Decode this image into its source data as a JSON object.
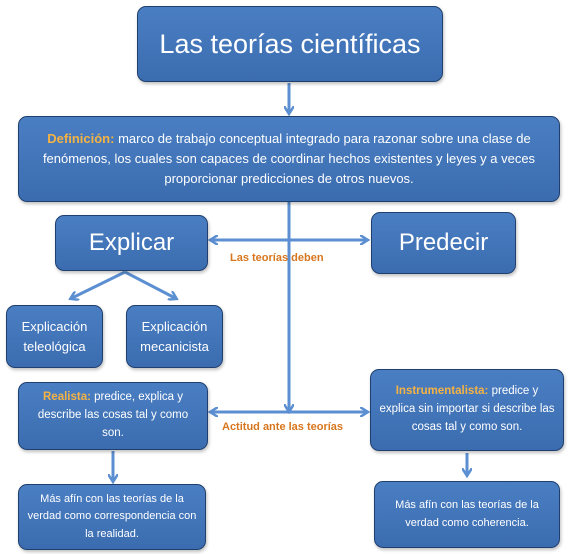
{
  "title": "Las teorías científicas",
  "definition": {
    "label": "Definición:",
    "text": "marco de trabajo conceptual integrado para razonar sobre una clase de fenómenos, los cuales son capaces de coordinar hechos existentes y leyes y a veces proporcionar predicciones de otros nuevos."
  },
  "connector_labels": {
    "deben": "Las teorías deben",
    "actitud": "Actitud ante las teorías"
  },
  "explicar": "Explicar",
  "predecir": "Predecir",
  "explicacion_teleologica": "Explicación teleológica",
  "explicacion_mecanicista": "Explicación mecanicista",
  "realista": {
    "label": "Realista:",
    "text": "predice, explica y describe las cosas tal y como son."
  },
  "instrumentalista": {
    "label": "Instrumentalista:",
    "text": "predice y explica sin importar si describe las cosas tal y como son."
  },
  "realista_afin": "Más afín con las teorías de la verdad como correspondencia con la realidad.",
  "instrumentalista_afin": "Más afín con las teorías de la verdad como coherencia.",
  "colors": {
    "box": "#4a7ec2",
    "border": "#1f3f6e",
    "highlight": "#f5b343",
    "label": "#d7761e",
    "arrow": "#5b8fd1"
  }
}
